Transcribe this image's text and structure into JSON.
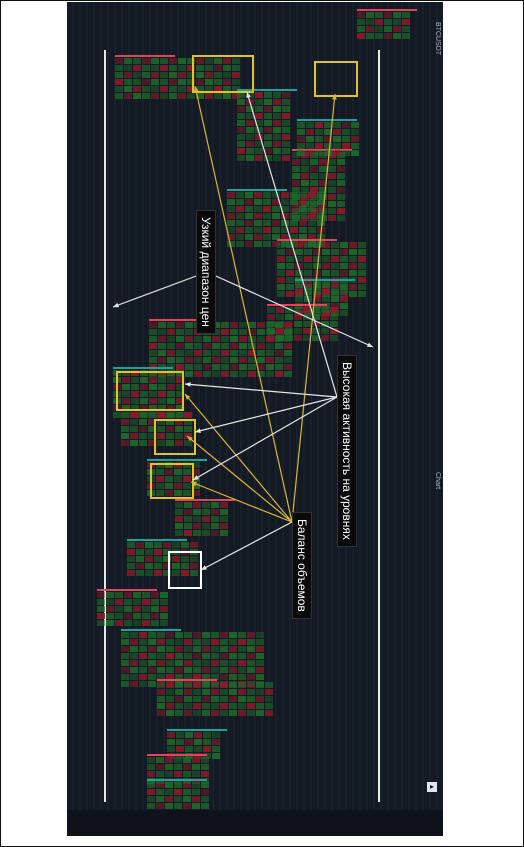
{
  "annotations": {
    "narrow_range": "Узкий диапазон цен",
    "high_activity": "Высокая активность на уровнях",
    "volume_balance": "Баланс объемов"
  },
  "toolbar": {
    "symbol_title": "BTCUSDT",
    "chart_label": "Chart",
    "expand_icon": "expand-icon"
  },
  "colors": {
    "background": "#141a24",
    "bid": "#1f6b2a",
    "ask": "#8c1c2a",
    "highlight": "#e2c22a",
    "white_box": "#ffffff",
    "arrow_yellow": "#d9b53a",
    "arrow_white": "#e6e6e6",
    "teal_bar": "#1aa39a",
    "pink_bar": "#e0455e"
  }
}
